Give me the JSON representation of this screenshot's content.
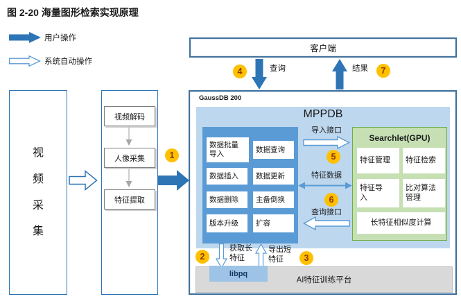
{
  "title": "图 2-20 海量图形检索实现原理",
  "legend": {
    "user_op": "用户操作",
    "auto_op": "系统自动操作"
  },
  "colors": {
    "arrow_blue": "#2E75B6",
    "outline_arrow_border": "#5B9BD5",
    "mppdb_fill": "#BDD7EE",
    "ops_fill": "#5B9BD5",
    "green_fill": "#C6E0B4",
    "green_border": "#70AD47",
    "badge_fill": "#FFC000",
    "badge_text": "#8F3B00",
    "gray_fill": "#D9D9D9",
    "libpq_fill": "#9DC3E6"
  },
  "left_column": {
    "video_capture": "视频采集"
  },
  "pipeline": {
    "steps": [
      "视频解码",
      "人像采集",
      "特征提取"
    ]
  },
  "client": {
    "label": "客户端"
  },
  "flow_labels": {
    "query": "查询",
    "result": "结果",
    "import_interface": "导入接口",
    "feature_data": "特征数据",
    "query_interface": "查询接口",
    "get_long_feature": "获取长\n特征",
    "export_short_feature": "导出短\n特征"
  },
  "gaussdb": {
    "label": "GaussDB 200",
    "mppdb": {
      "label": "MPPDB",
      "ops": [
        "数据批量\n导入",
        "数据查询",
        "数据插入",
        "数据更新",
        "数据删除",
        "主备倒换",
        "版本升级",
        "扩容"
      ]
    },
    "searchlet": {
      "label": "Searchlet(GPU)",
      "cells": [
        "特征管理",
        "特征检索",
        "特征导\n入",
        "比对算法\n管理",
        "长特征相似度计算"
      ]
    }
  },
  "bottom": {
    "libpq": "libpq",
    "ai_platform": "AI特征训练平台"
  },
  "badges": [
    "1",
    "2",
    "3",
    "4",
    "5",
    "6",
    "7"
  ]
}
